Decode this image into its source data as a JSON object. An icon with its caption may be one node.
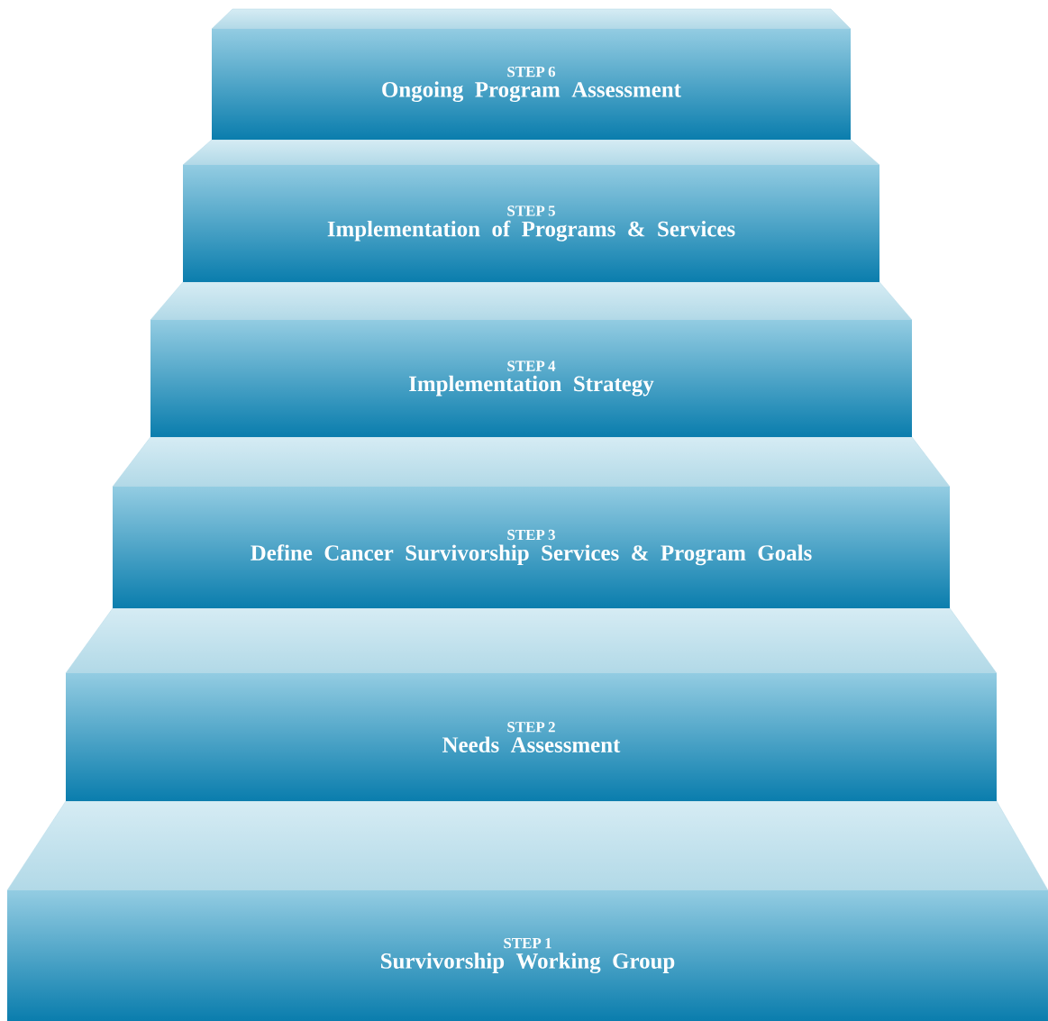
{
  "diagram": {
    "nodes": [
      {
        "text": [
          "STEP 6",
          "Ongoing Program Assessment"
        ]
      },
      {
        "text": [
          "STEP 5",
          "Implementation of Programs & Services"
        ]
      },
      {
        "text": [
          "STEP 4",
          "Implementation Strategy"
        ]
      },
      {
        "text": [
          "STEP 3",
          "Define Cancer Survivorship Services & Program Goals"
        ]
      },
      {
        "text": [
          "STEP 2",
          "Needs Assessment"
        ]
      },
      {
        "text": [
          "STEP 1",
          "Survivorship Working Group"
        ]
      }
    ]
  }
}
